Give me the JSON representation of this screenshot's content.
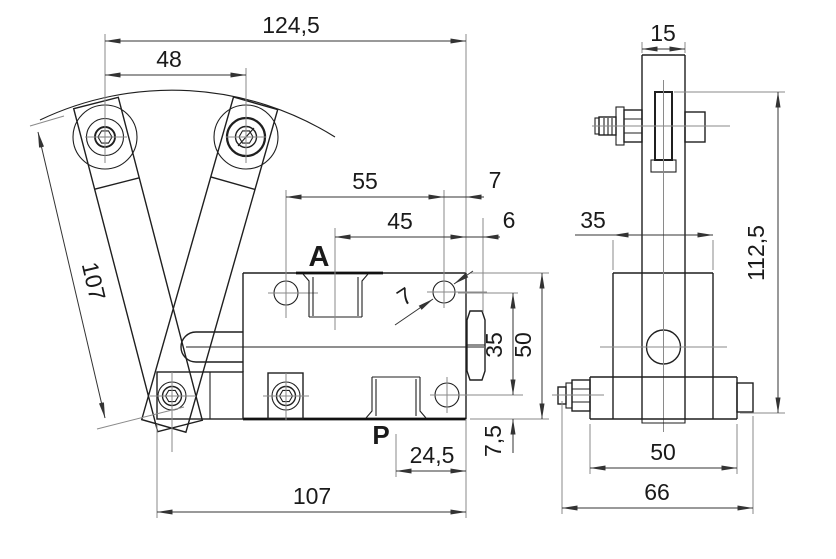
{
  "colors": {
    "background": "#ffffff",
    "part_edge": "#1f1f1f",
    "dimension": "#333333",
    "extension_line": "#8a8a8a"
  },
  "front": {
    "port_a_label": "A",
    "port_p_label": "P",
    "dims": {
      "overall_width": "124,5",
      "roller_spacing": "48",
      "lever_length": "107",
      "hole_span": "55",
      "hole_edge_offset": "7",
      "port_a_span": "45",
      "follower_protrusion": "6",
      "hole_diameter": "7",
      "holes_vertical_span": "35",
      "body_height": "50",
      "hole_base_offset": "7,5",
      "port_p_offset": "24,5",
      "body_span": "107"
    }
  },
  "side": {
    "dims": {
      "arm_width": "15",
      "body_width": "35",
      "overall_height": "112,5",
      "base_width": "50",
      "base_overall_width": "66"
    }
  }
}
